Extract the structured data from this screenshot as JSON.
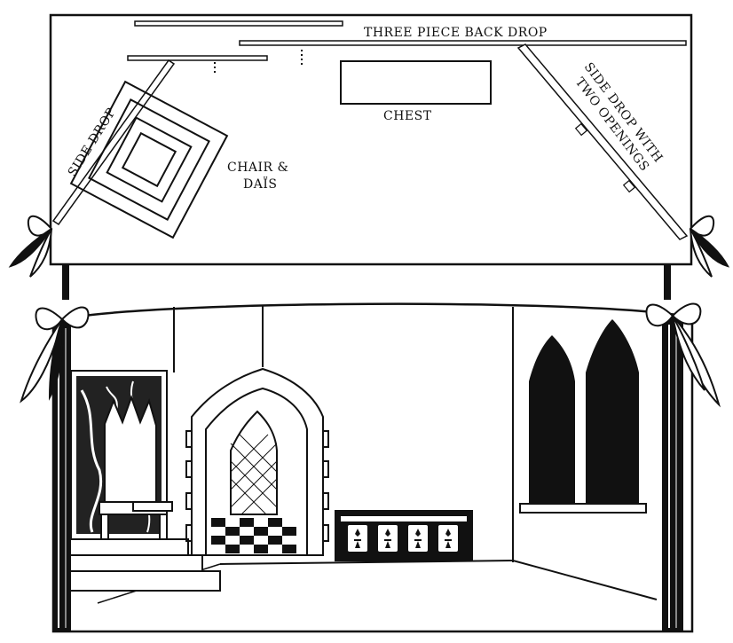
{
  "plan": {
    "back_drop_label": "THREE PIECE BACK DROP",
    "chest_label": "CHEST",
    "side_drop_left_label": "SIDE DROP",
    "side_drop_right_line1": "SIDE DROP WITH",
    "side_drop_right_line2": "TWO OPENINGS",
    "chair_label_line1": "CHAIR &",
    "chair_label_line2": "DAÏS"
  },
  "colors": {
    "ink": "#111111",
    "paper": "#ffffff"
  }
}
